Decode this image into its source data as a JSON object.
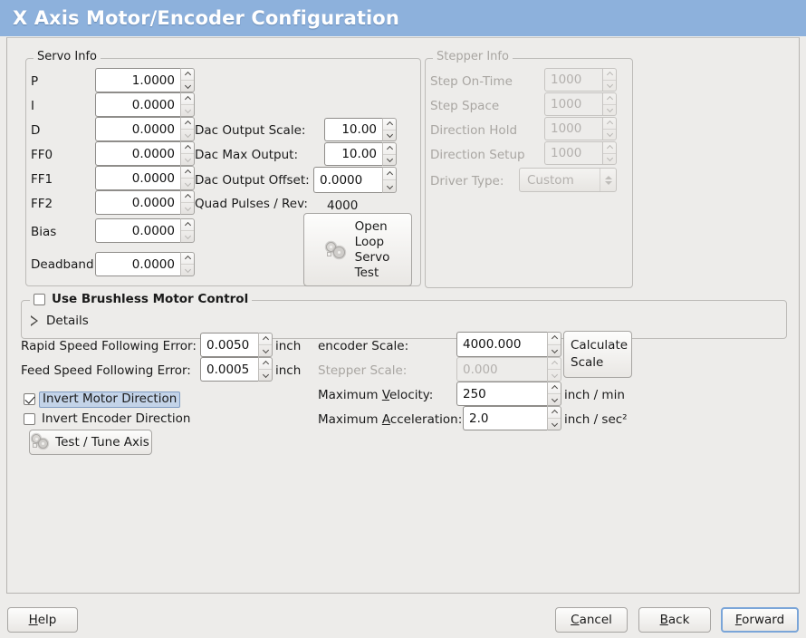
{
  "window": {
    "title": "X Axis Motor/Encoder Configuration"
  },
  "servo": {
    "legend": "Servo Info",
    "rows": [
      {
        "label": "P",
        "value": "1.0000"
      },
      {
        "label": "I",
        "value": "0.0000"
      },
      {
        "label": "D",
        "value": "0.0000"
      },
      {
        "label": "FF0",
        "value": "0.0000"
      },
      {
        "label": "FF1",
        "value": "0.0000"
      },
      {
        "label": "FF2",
        "value": "0.0000"
      },
      {
        "label": "Bias",
        "value": "0.0000"
      },
      {
        "label": "Deadband",
        "value": "0.0000"
      }
    ],
    "dac_output_scale_label": "Dac Output Scale:",
    "dac_output_scale_value": "10.00",
    "dac_max_output_label": "Dac Max Output:",
    "dac_max_output_value": "10.00",
    "dac_output_offset_label": "Dac Output Offset:",
    "dac_output_offset_value": "0.0000",
    "quad_pulses_label": "Quad Pulses / Rev:",
    "quad_pulses_value": "4000",
    "open_loop_button": "Open\nLoop\nServo\nTest",
    "open_loop_lines": [
      "Open",
      "Loop",
      "Servo",
      "Test"
    ]
  },
  "stepper": {
    "legend": "Stepper Info",
    "rows": [
      {
        "label": "Step On-Time",
        "value": "1000"
      },
      {
        "label": "Step Space",
        "value": "1000"
      },
      {
        "label": "Direction Hold",
        "value": "1000"
      },
      {
        "label": "Direction Setup",
        "value": "1000"
      }
    ],
    "driver_type_label": "Driver Type:",
    "driver_type_value": "Custom"
  },
  "brushless": {
    "checkbox_label": "Use Brushless Motor Control",
    "checked": false,
    "details_label": "Details",
    "expanded": false
  },
  "tuning": {
    "rapid_label": "Rapid Speed Following Error:",
    "rapid_value": "0.0050",
    "rapid_unit": "inch",
    "feed_label": "Feed Speed Following Error:",
    "feed_value": "0.0005",
    "feed_unit": "inch",
    "invert_motor_label": "Invert Motor Direction",
    "invert_motor_checked": true,
    "invert_encoder_label": "Invert Encoder Direction",
    "invert_encoder_checked": false,
    "test_tune_button": "Test / Tune Axis"
  },
  "scales": {
    "encoder_scale_label": "encoder Scale:",
    "encoder_scale_value": "4000.000",
    "stepper_scale_label": "Stepper Scale:",
    "stepper_scale_value": "0.000",
    "calculate_button_lines": [
      "Calculate",
      "Scale"
    ],
    "max_velocity_label_pre": "Maximum ",
    "max_velocity_label_mn": "V",
    "max_velocity_label_post": "elocity:",
    "max_velocity_value": "250",
    "max_velocity_unit": "inch / min",
    "max_accel_label_pre": "Maximum ",
    "max_accel_label_mn": "A",
    "max_accel_label_post": "cceleration:",
    "max_accel_value": "2.0",
    "max_accel_unit": "inch / sec²"
  },
  "footer": {
    "help_pre": "",
    "help_mn": "H",
    "help_post": "elp",
    "cancel_pre": "",
    "cancel_mn": "C",
    "cancel_post": "ancel",
    "back_pre": "",
    "back_mn": "B",
    "back_post": "ack",
    "forward_pre": "",
    "forward_mn": "F",
    "forward_post": "orward"
  },
  "colors": {
    "titlebar": "#8db1dc",
    "background": "#edecea",
    "focus_border": "#7aa5d8",
    "selection": "#c3d3e8"
  }
}
